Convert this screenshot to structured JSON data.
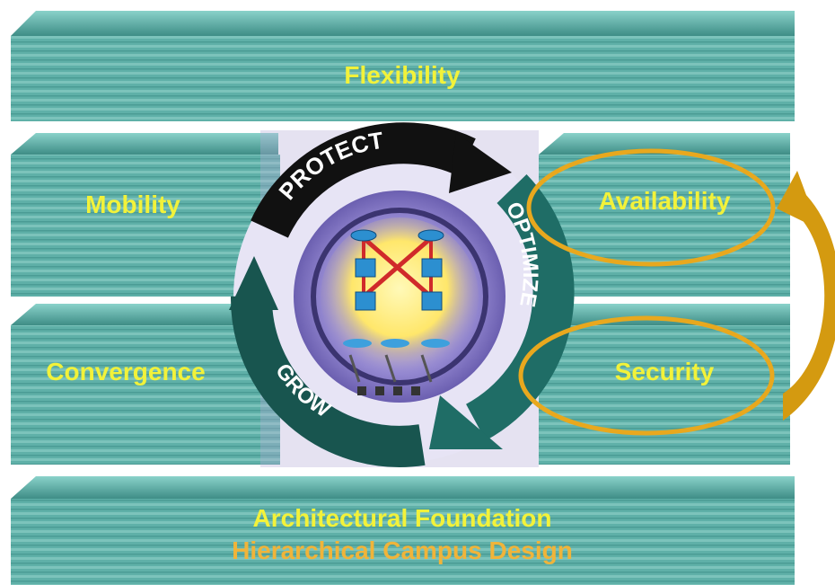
{
  "blocks": {
    "top": "Flexibility",
    "left_upper": "Mobility",
    "left_lower": "Convergence",
    "right_upper": "Availability",
    "right_lower": "Security",
    "bottom_title": "Architectural Foundation",
    "bottom_subtitle": "Hierarchical Campus Design"
  },
  "cycle": {
    "protect": "PROTECT",
    "optimize": "OPTIMIZE",
    "grow": "GROW"
  },
  "colors": {
    "teal": "#5fb0a8",
    "teal_dark": "#2f7f78",
    "label_yellow": "#f2f23a",
    "subtitle_orange": "#f0b43a",
    "highlight_gold": "#e8a81e",
    "arrow_gold": "#d49a10",
    "ring_purple": "#8c7fc8"
  },
  "icons": [
    "network-topology-icon",
    "curved-double-arrow-icon"
  ]
}
